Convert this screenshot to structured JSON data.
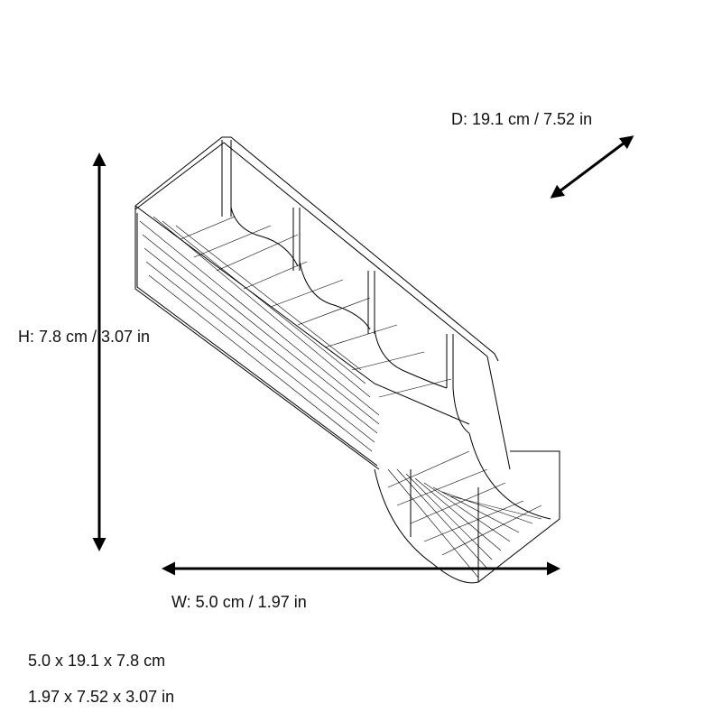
{
  "dimensions": {
    "depth_label": "D: 19.1 cm / 7.52 in",
    "height_label": "H: 7.8 cm / 3.07 in",
    "width_label": "W: 5.0 cm / 1.97 in",
    "summary_cm": "5.0 x 19.1 x 7.8 cm",
    "summary_in": "1.97 x 7.52 x 3.07 in"
  },
  "colors": {
    "background": "#ffffff",
    "line": "#000000"
  }
}
